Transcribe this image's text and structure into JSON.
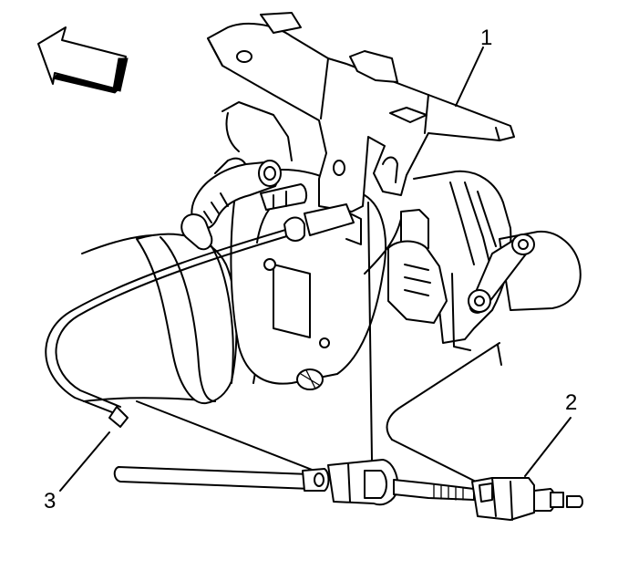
{
  "callouts": {
    "one": "1",
    "two": "2",
    "three": "3"
  },
  "icons": {
    "direction_arrow": "arrow-up-left-icon"
  }
}
